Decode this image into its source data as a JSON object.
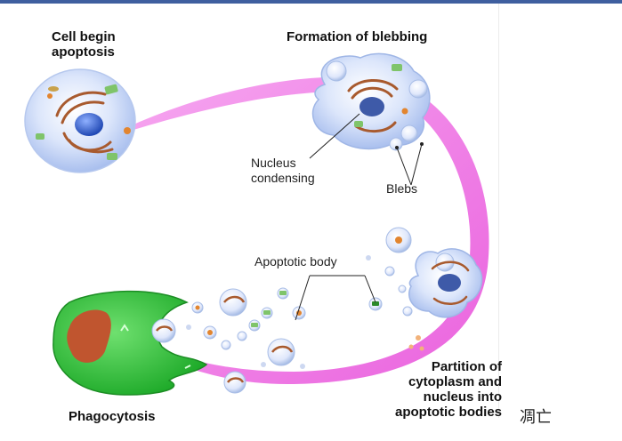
{
  "labels": {
    "cell_begin": "Cell begin\napoptosis",
    "formation": "Formation of blebbing",
    "nucleus": "Nucleus\ncondensing",
    "blebs": "Blebs",
    "apoptotic_body": "Apoptotic body",
    "partition": "Partition of\ncytoplasm and\nnucleus into\napoptotic bodies",
    "phagocytosis": "Phagocytosis",
    "chinese": "凋亡"
  },
  "colors": {
    "header_bar": "#3f5f9f",
    "pathway": "#f07ce6",
    "cell_body": "#d7e3fb",
    "nucleus": "#3a67cf",
    "phagocyte": "#25c032",
    "phagocyte_nucleus": "#c0552f",
    "mitochondria": "#a85a2e"
  }
}
